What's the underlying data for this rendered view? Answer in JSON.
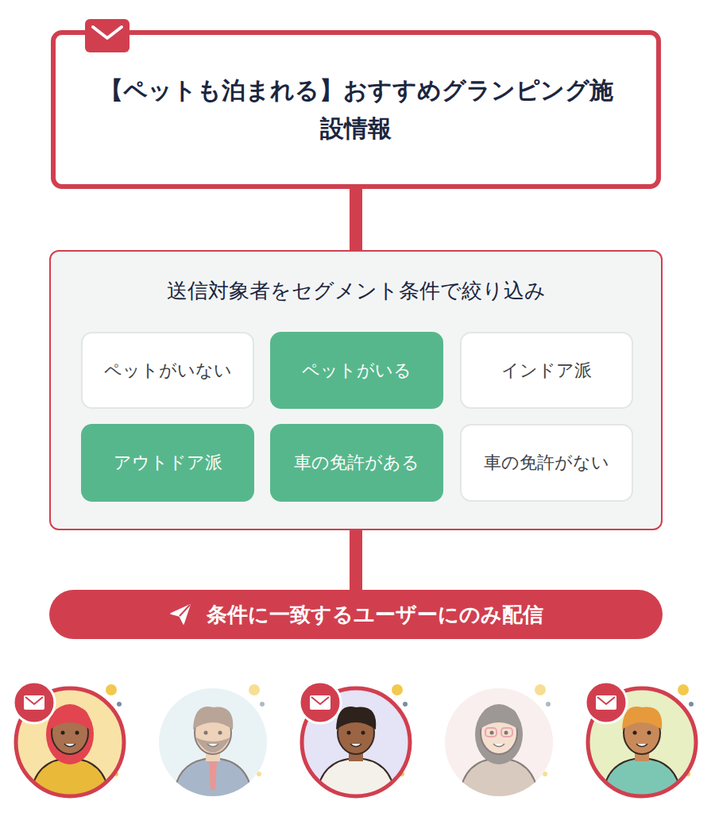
{
  "diagram": {
    "nodes": [
      {
        "text": [
          "【ペットも泊まれる】おすすめグランピング施設情報"
        ]
      },
      {
        "text": [
          "送信対象者をセグメント条件で絞り込み"
        ]
      },
      {
        "text": [
          "ペットがいない"
        ],
        "in": 1
      },
      {
        "text": [
          "ペットがいる"
        ],
        "in": 1
      },
      {
        "text": [
          "インドア派"
        ],
        "in": 1
      },
      {
        "text": [
          "アウトドア派"
        ],
        "in": 1
      },
      {
        "text": [
          "車の免許がある"
        ],
        "in": 1
      },
      {
        "text": [
          "車の免許がない"
        ],
        "in": 1
      },
      {
        "text": [
          "条件に一致するユーザーにのみ配信"
        ]
      }
    ],
    "edges": [
      {
        "from": 0,
        "to": 1,
        "arrow": "none"
      },
      {
        "from": 1,
        "to": 8,
        "arrow": "none"
      }
    ]
  }
}
